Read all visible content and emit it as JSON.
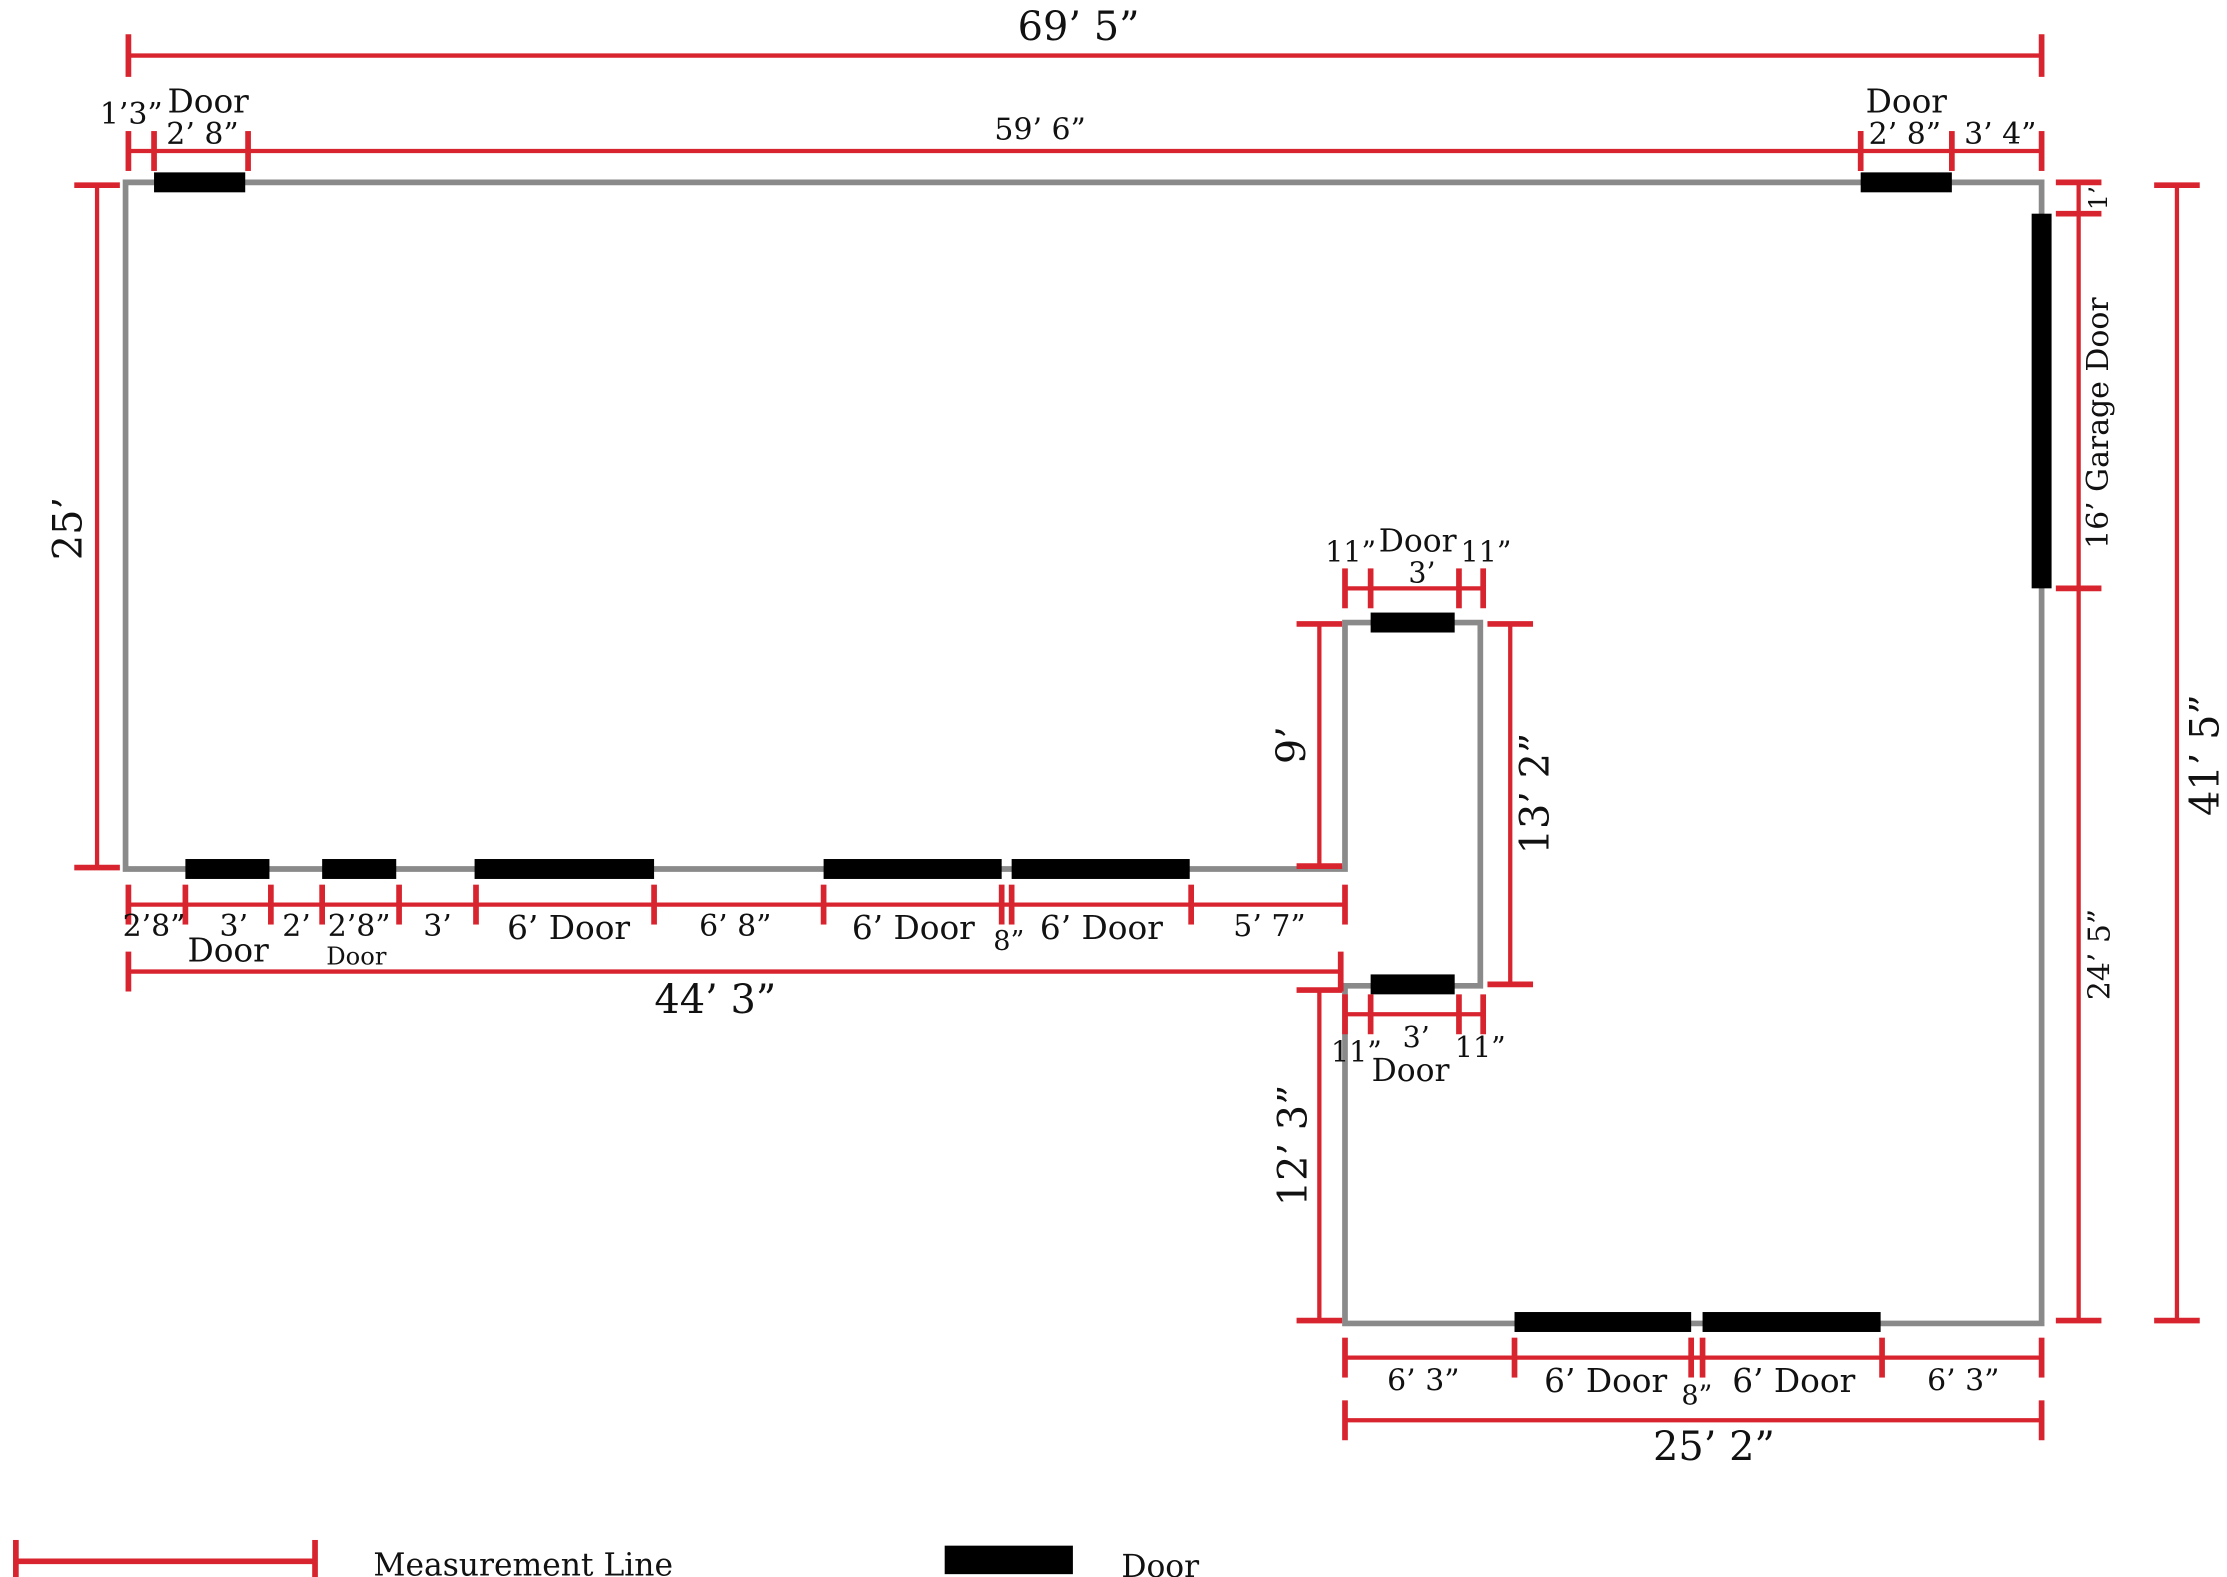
{
  "colors": {
    "measure": "#d8242e",
    "wall": "#8a8a8a",
    "door": "#000000",
    "text": "#111111"
  },
  "overall": {
    "width": "69’ 5”",
    "height": "41’ 5”",
    "left_height": "25’"
  },
  "top": {
    "door_left_offset": "1’3”",
    "door_left_label": "Door",
    "door_left_width": "2’ 8”",
    "middle_span": "59’ 6”",
    "door_right_label": "Door",
    "door_right_width": "2’ 8”",
    "right_offset": "3’ 4”"
  },
  "right": {
    "garage_offset": "1’",
    "garage_door": "16’ Garage Door",
    "lower_span": "24’ 5”"
  },
  "notch": {
    "top_left": "11”",
    "top_label": "Door",
    "top_right": "11”",
    "top_width": "3’",
    "notch_height": "9’",
    "inner_height": "13’ 2”",
    "bottom_left": "11”",
    "bottom_width": "3’",
    "bottom_right": "11”",
    "bottom_label": "Door",
    "lower_left_height": "12’ 3”"
  },
  "bottom_wall": {
    "seg_1": "2’8”",
    "seg_door1": "3’",
    "door1_label": "Door",
    "seg_2": "2’",
    "seg_door2": "2’8”",
    "door2_label": "Door",
    "seg_3": "3’",
    "door3": "6’ Door",
    "seg_4": "6’ 8”",
    "door4": "6’ Door",
    "seg_5": "8”",
    "door5": "6’ Door",
    "seg_6": "5’ 7”",
    "total": "44’ 3”"
  },
  "lower_wall": {
    "seg_1": "6’ 3”",
    "door1": "6’ Door",
    "seg_2": "8”",
    "door2": "6’ Door",
    "seg_3": "6’ 3”",
    "total": "25’ 2”"
  },
  "legend": {
    "measurement_label": "Measurement Line",
    "door_label": "Door"
  }
}
